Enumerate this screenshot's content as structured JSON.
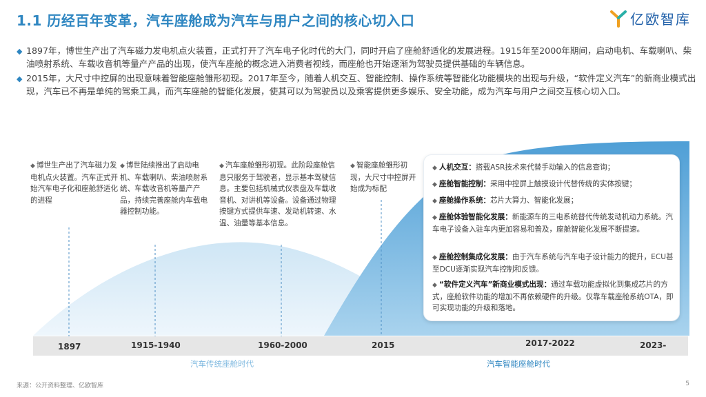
{
  "header": {
    "title": "1.1 历经百年变革，汽车座舱成为汽车与用户之间的核心切入口",
    "logo_text": "亿欧智库"
  },
  "bullets": [
    "1897年，博世生产出了汽车磁力发电机点火装置，正式打开了汽车电子化时代的大门，同时开启了座舱舒适化的发展进程。1915年至2000年期间，启动电机、车载喇叭、柴油喷射系统、车载收音机等量产产品的出现，使汽车座舱的概念进入消费者视线，而座舱也开始逐渐为驾驶员提供基础的车辆信息。",
    "2015年，大尺寸中控屏的出现意味着智能座舱雏形初现。2017年至今，随着人机交互、智能控制、操作系统等智能化功能模块的出现与升级，“软件定义汽车”的新商业模式出现，汽车已不再是单纯的驾乘工具，而汽车座舱的智能化发展，使其可以为驾驶员以及乘客提供更多娱乐、安全功能，成为汽车与用户之间交互核心切入口。"
  ],
  "notes": [
    "博世生产出了汽车磁力发电机点火装置。汽车正式开始汽车电子化和座舱舒适化的进程",
    "博世陆续推出了启动电机、车载喇叭、柴油喷射系统、车载收音机等量产产品，持续完善座舱内车载电器控制功能。",
    "汽车座舱雏形初现。此阶段座舱信息只服务于驾驶者，显示基本驾驶信息。主要包括机械式仪表盘及车载收音机、对讲机等设备。设备通过物理按键方式提供车速、发动机转速、水温、油量等基本信息。",
    "智能座舱雏形初现，大尺寸中控屏开始成为标配"
  ],
  "panel": [
    {
      "head": "人机交互：",
      "text": "搭载ASR技术来代替手动输入的信息查询；"
    },
    {
      "head": "座舱智能控制：",
      "text": "采用中控屏上触摸设计代替传统的实体按键；"
    },
    {
      "head": "座舱操作系统：",
      "text": "芯片大算力、智能化发展；"
    },
    {
      "head": "座舱体验智能化发展：",
      "text": "新能源车的三电系统替代传统发动机动力系统。汽车电子设备入驻车内更加容易和普及，座舱智能化发展不断提速。"
    },
    {
      "head": "座舱控制集成化发展：",
      "text": "由于汽车系统与汽车电子设计能力的提升，ECU甚至DCU逐渐实现汽车控制和反馈。"
    },
    {
      "head": "“软件定义汽车”新商业模式出现：",
      "text": "通过车载功能虚拟化到集成芯片的方式，座舱软件功能的增加不再依赖硬件的升级。仅靠车载座舱系统OTA，即可实现功能的升级和落地。"
    }
  ],
  "timeline": {
    "years": [
      "1897",
      "1915-1940",
      "1960-2000",
      "2015",
      "2017-2022",
      "2023-"
    ],
    "eras": [
      "汽车传统座舱时代",
      "汽车智能座舱时代"
    ]
  },
  "footer": {
    "source": "来源：公开资料整理、亿欧智库",
    "page": "5"
  },
  "colors": {
    "accent": "#2e86c1",
    "wave_light": "#dceef8",
    "wave_dark": "#5fa8d8",
    "era_traditional": "#7fb9e0",
    "era_smart": "#2e86c1",
    "timeline_bar": "#e6e6e6"
  }
}
